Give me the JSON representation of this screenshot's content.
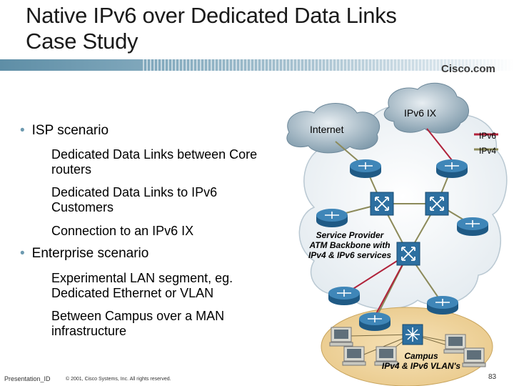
{
  "slide": {
    "title_line1": "Native IPv6 over Dedicated Data Links",
    "title_line2": "Case Study",
    "brand": "Cisco.com",
    "bullets": [
      {
        "text": "ISP scenario",
        "level": 1
      },
      {
        "text": "Dedicated Data Links between Core routers",
        "level": 2
      },
      {
        "text": "Dedicated Data Links to IPv6 Customers",
        "level": 2
      },
      {
        "text": "Connection to an IPv6 IX",
        "level": 2
      },
      {
        "text": "Enterprise scenario",
        "level": 1
      },
      {
        "text": "Experimental LAN segment, eg. Dedicated Ethernet or VLAN",
        "level": 2
      },
      {
        "text": "Between Campus over a MAN infrastructure",
        "level": 2
      }
    ],
    "footer_left": "Presentation_ID",
    "footer_copyright": "© 2001, Cisco Systems, Inc. All rights reserved.",
    "page_number": "83"
  },
  "diagram": {
    "ipv6_ix": "IPv6 IX",
    "internet": "Internet",
    "sp_line1": "Service Provider",
    "sp_line2": "ATM Backbone with",
    "sp_line3": "IPv4 & IPv6 services",
    "campus_line1": "Campus",
    "campus_line2": "IPv4 & IPv6 VLAN's",
    "legend": [
      {
        "label": "IPv6",
        "color": "#b0223a"
      },
      {
        "label": "IPv4",
        "color": "#8c8a5a"
      }
    ]
  }
}
